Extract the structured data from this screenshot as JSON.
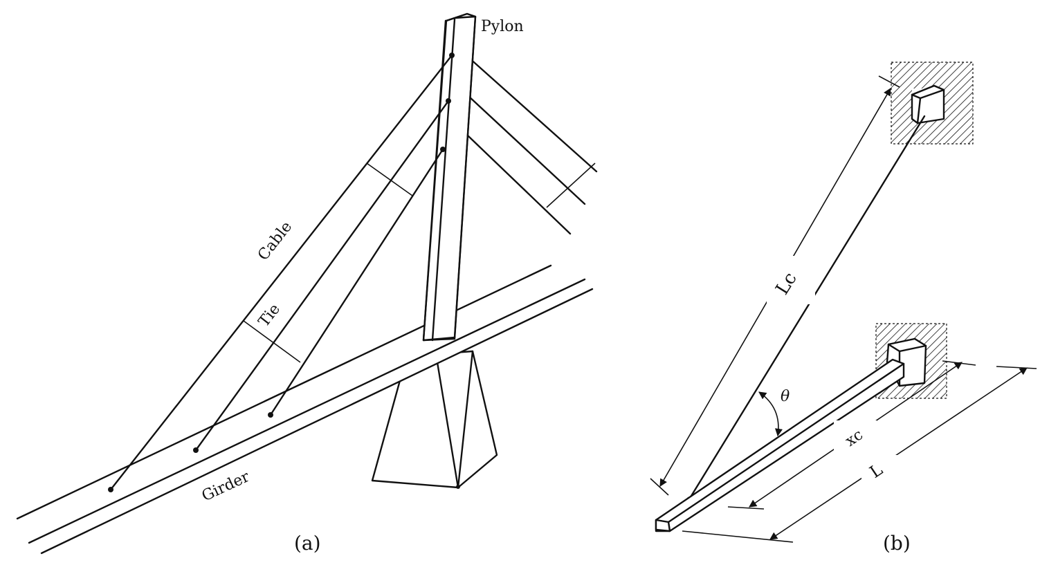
{
  "panel_a": {
    "caption": "(a)",
    "labels": {
      "pylon": "Pylon",
      "cable": "Cable",
      "tie": "Tie",
      "girder": "Girder"
    }
  },
  "panel_b": {
    "caption": "(b)",
    "labels": {
      "cable_length": "Lc",
      "angle": "θ",
      "cable_position": "xc",
      "girder_length": "L"
    }
  }
}
